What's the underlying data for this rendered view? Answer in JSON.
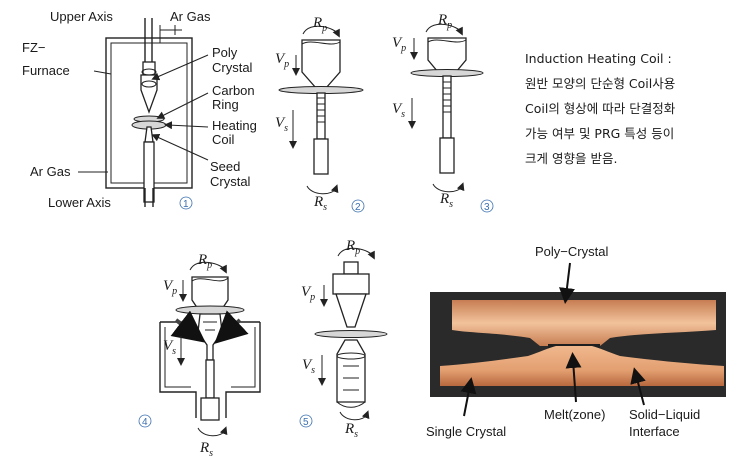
{
  "panel1": {
    "upper_axis": "Upper Axis",
    "ar_gas_top": "Ar Gas",
    "fz_furnace_1": "FZ−",
    "fz_furnace_2": "Furnace",
    "poly_crystal_1": "Poly",
    "poly_crystal_2": "Crystal",
    "carbon_ring_1": "Carbon",
    "carbon_ring_2": "Ring",
    "heating_coil_1": "Heating",
    "heating_coil_2": "Coil",
    "ar_gas_bottom": "Ar Gas",
    "seed_crystal_1": "Seed",
    "seed_crystal_2": "Crystal",
    "lower_axis": "Lower Axis",
    "number": "1"
  },
  "panel2": {
    "rp": "R",
    "rp_sub": "p",
    "vp": "V",
    "vp_sub": "p",
    "vs": "V",
    "vs_sub": "s",
    "rs": "R",
    "rs_sub": "s",
    "number": "2"
  },
  "panel3": {
    "rp": "R",
    "rp_sub": "p",
    "vp": "V",
    "vp_sub": "p",
    "vs": "V",
    "vs_sub": "s",
    "rs": "R",
    "rs_sub": "s",
    "number": "3"
  },
  "panel4": {
    "rp": "R",
    "rp_sub": "p",
    "vp": "V",
    "vp_sub": "p",
    "vs": "V",
    "vs_sub": "s",
    "rs": "R",
    "rs_sub": "s",
    "number": "4"
  },
  "panel5": {
    "rp": "R",
    "rp_sub": "p",
    "vp": "V",
    "vp_sub": "p",
    "vs": "V",
    "vs_sub": "s",
    "rs": "R",
    "rs_sub": "s",
    "number": "5"
  },
  "description": {
    "line1": "Induction Heating Coil :",
    "line2": "원반 모양의 단순형 Coil사용",
    "line3": "Coil의 형상에 따라 단결정화",
    "line4": "가능 여부 및 PRG 특성 등이",
    "line5": "크게 영향을 받음."
  },
  "photo": {
    "poly_crystal": "Poly−Crystal",
    "melt_zone": "Melt(zone)",
    "single_crystal": "Single Crystal",
    "solid_liquid_1": "Solid−Liquid",
    "solid_liquid_2": "Interface"
  },
  "colors": {
    "photo_bg": "#2a2a2a",
    "crystal": "#e8a978",
    "crystal_dark": "#c77d52",
    "number": "#3a6fb0"
  }
}
